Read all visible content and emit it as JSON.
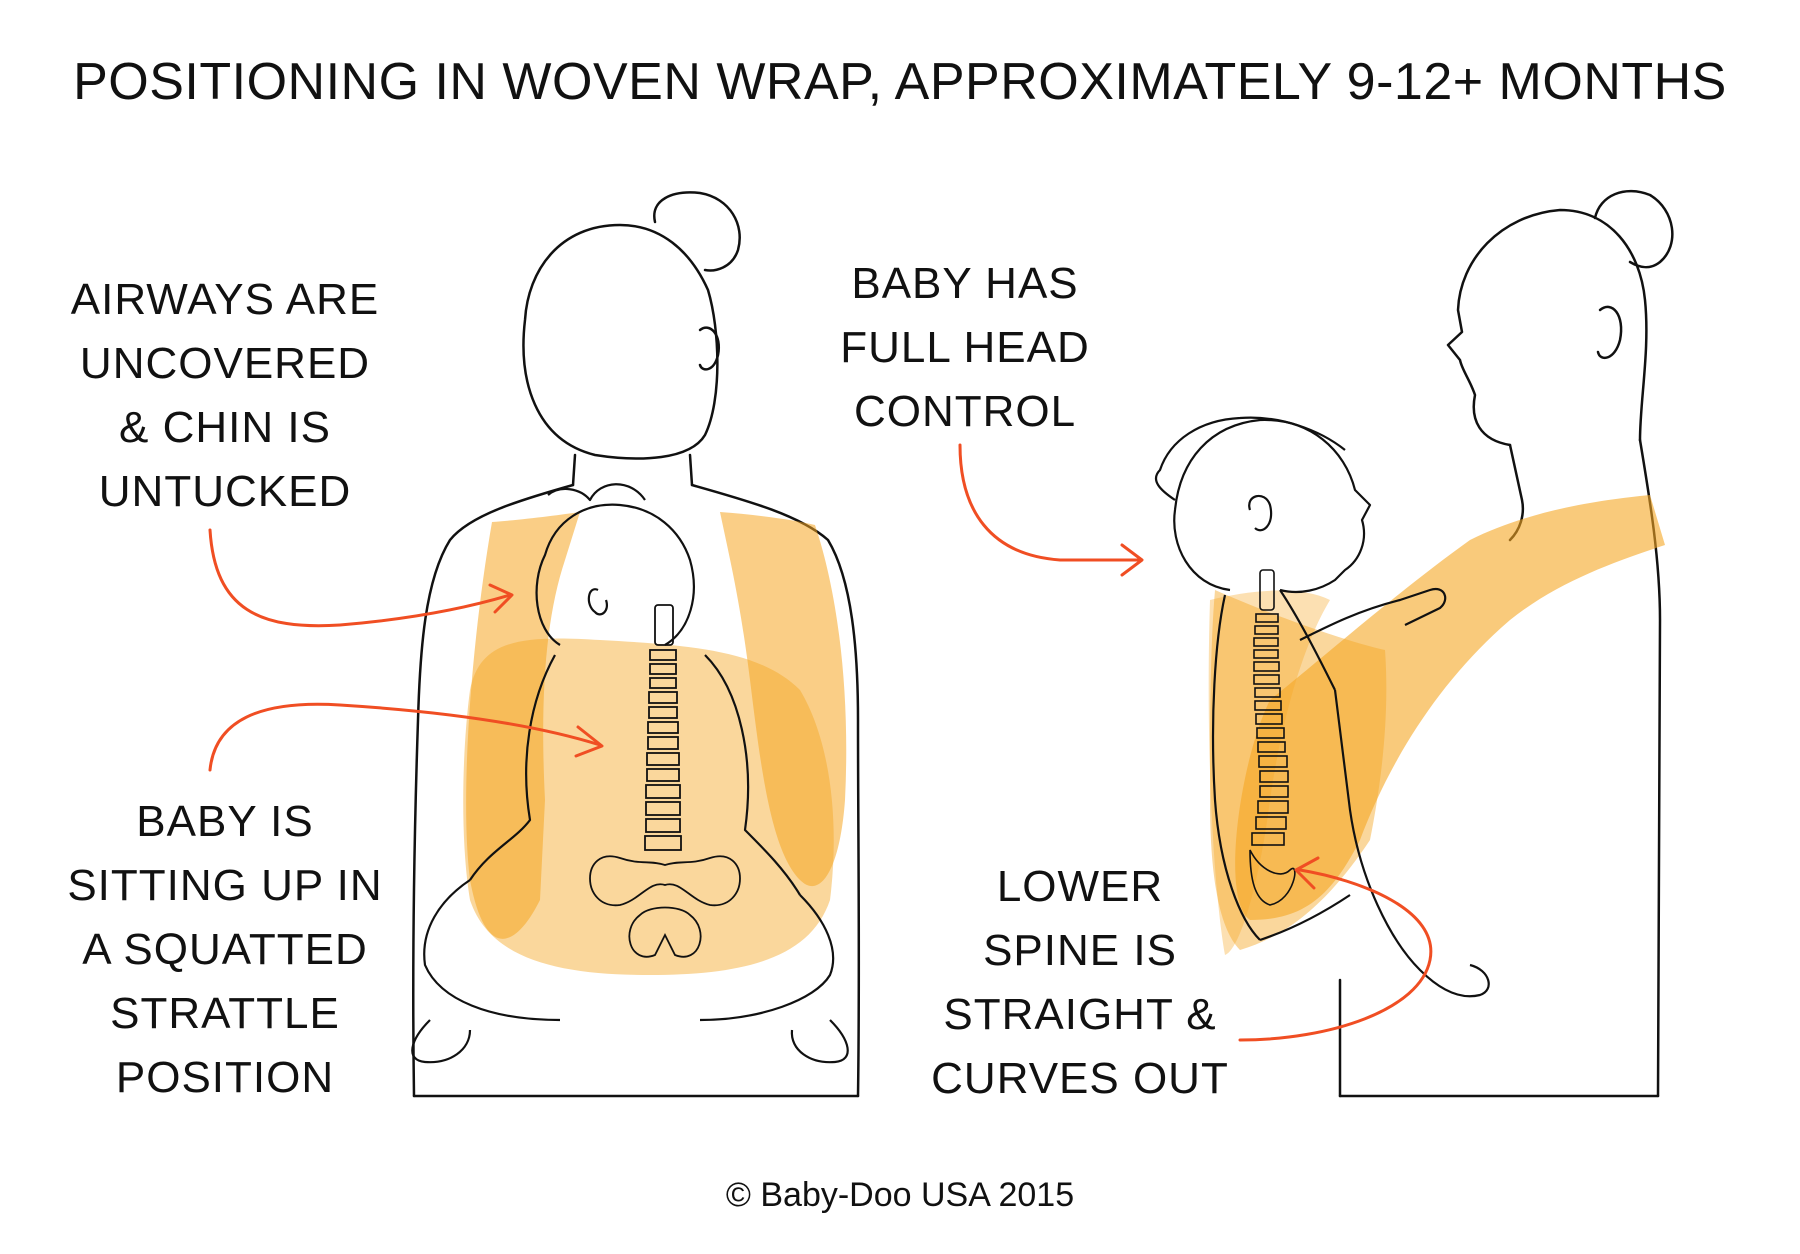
{
  "title": "POSITIONING IN WOVEN WRAP, APPROXIMATELY 9-12+ MONTHS",
  "labels": {
    "airways": [
      "AIRWAYS ARE",
      "UNCOVERED",
      "& CHIN IS",
      "UNTUCKED"
    ],
    "sitting": [
      "BABY IS",
      "SITTING UP IN",
      "A SQUATTED",
      "STRATTLE",
      "POSITION"
    ],
    "head": [
      "BABY HAS",
      "FULL HEAD",
      "CONTROL"
    ],
    "spine": [
      "LOWER",
      "SPINE IS",
      "STRAIGHT &",
      "CURVES OUT"
    ]
  },
  "copyright": "© Baby-Doo USA 2015",
  "colors": {
    "wrap": "#f5a623",
    "arrow": "#f04e23",
    "outline": "#111111"
  }
}
